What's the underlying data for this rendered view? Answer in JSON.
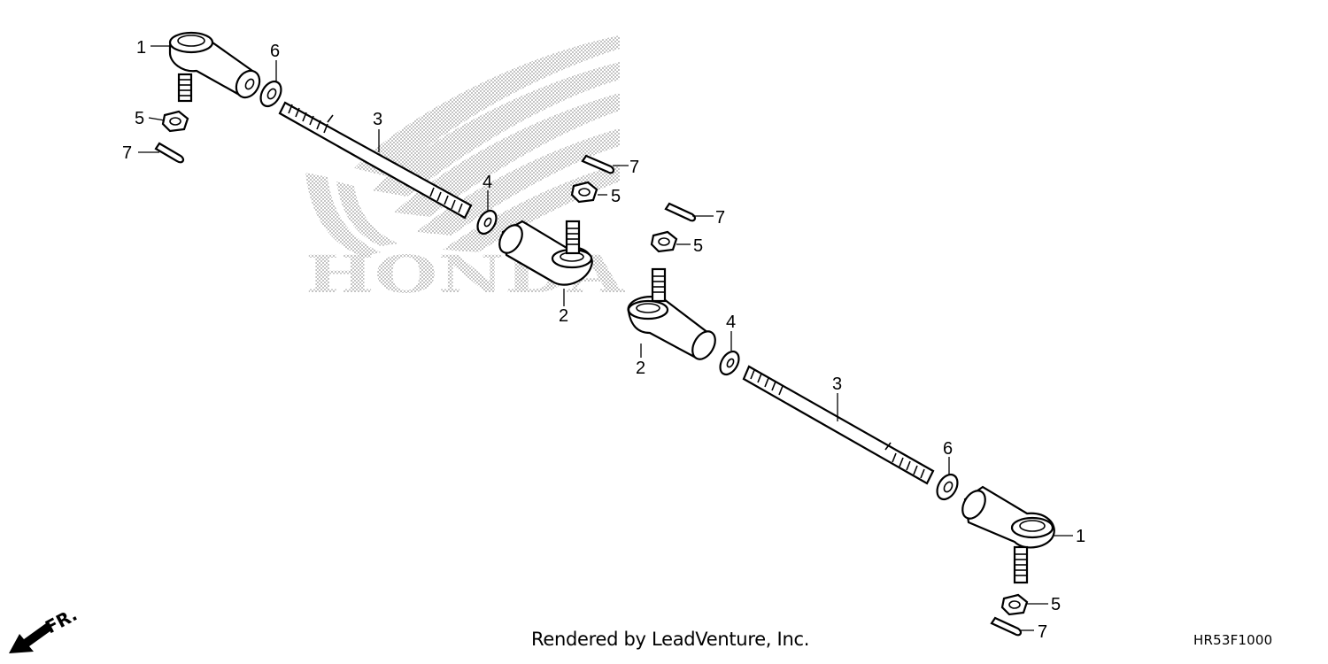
{
  "watermark": {
    "brand_text": "HONDA"
  },
  "callouts": {
    "c1a": "1",
    "c1b": "1",
    "c2a": "2",
    "c2b": "2",
    "c3a": "3",
    "c3b": "3",
    "c4a": "4",
    "c4b": "4",
    "c5a": "5",
    "c5b": "5",
    "c5c": "5",
    "c5d": "5",
    "c6a": "6",
    "c6b": "6",
    "c7a": "7",
    "c7b": "7",
    "c7c": "7",
    "c7d": "7"
  },
  "direction_indicator": {
    "label": "FR."
  },
  "footer": {
    "credit": "Rendered by LeadVenture, Inc.",
    "diagram_code": "HR53F1000"
  },
  "colors": {
    "line": "#000000",
    "background": "#ffffff",
    "watermark_dots": "#9a9a9a"
  }
}
